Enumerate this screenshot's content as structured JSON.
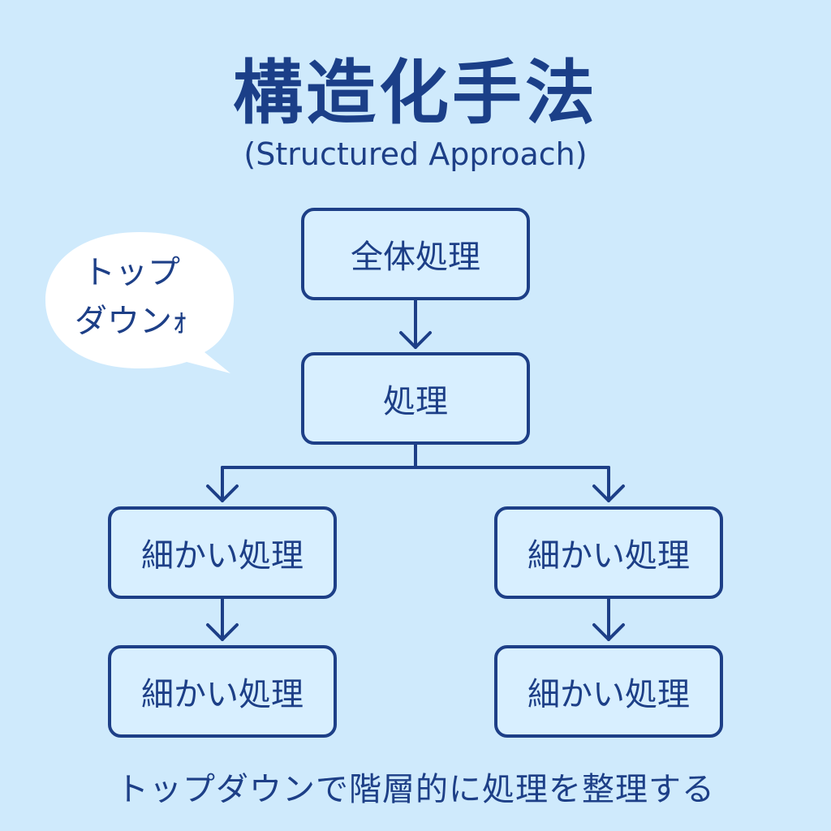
{
  "title": "構造化手法",
  "subtitle": "(Structured Approach)",
  "bubble": {
    "line1": "トップ",
    "line2": "ダウンｫ"
  },
  "nodes": {
    "root": "全体処理",
    "mid": "処理",
    "left_1": "細かい処理",
    "right_1": "細かい処理",
    "left_2": "細かい処理",
    "right_2": "細かい処理"
  },
  "caption": "トップダウンで階層的に処理を整理する",
  "colors": {
    "background": "#cfeafc",
    "stroke": "#1d3f87",
    "box_fill": "#d8efff",
    "bubble_fill": "#ffffff"
  }
}
